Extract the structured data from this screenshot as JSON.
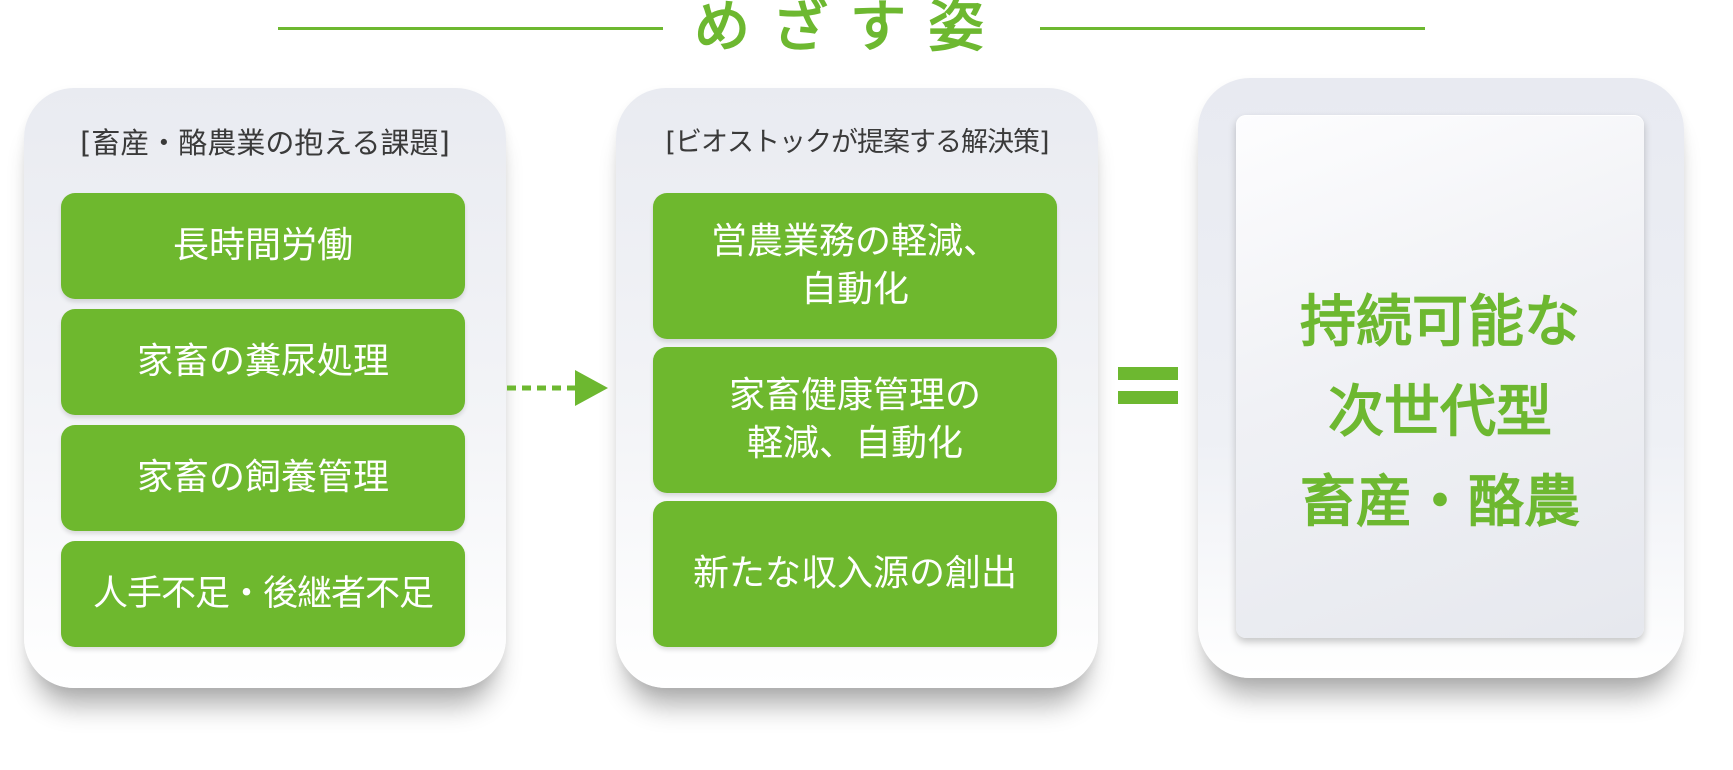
{
  "header": {
    "title": "めざす姿"
  },
  "colors": {
    "accent_green": "#6db830",
    "box_green": "#6eb82e",
    "heading_text": "#3a3a3a"
  },
  "challenges": {
    "heading": "[畜産・酪農業の抱える課題]",
    "items": [
      "長時間労働",
      "家畜の糞尿処理",
      "家畜の飼養管理",
      "人手不足・後継者不足"
    ]
  },
  "solutions": {
    "heading": "[ビオストックが提案する解決策]",
    "items": [
      "営農業務の軽減、\n自動化",
      "家畜健康管理の\n軽減、自動化",
      "新たな収入源の創出"
    ]
  },
  "result": {
    "text": "持続可能な\n次世代型\n畜産・酪農"
  },
  "icons": {
    "arrow": "dashed-right-arrow-icon",
    "equals": "equals-icon"
  }
}
